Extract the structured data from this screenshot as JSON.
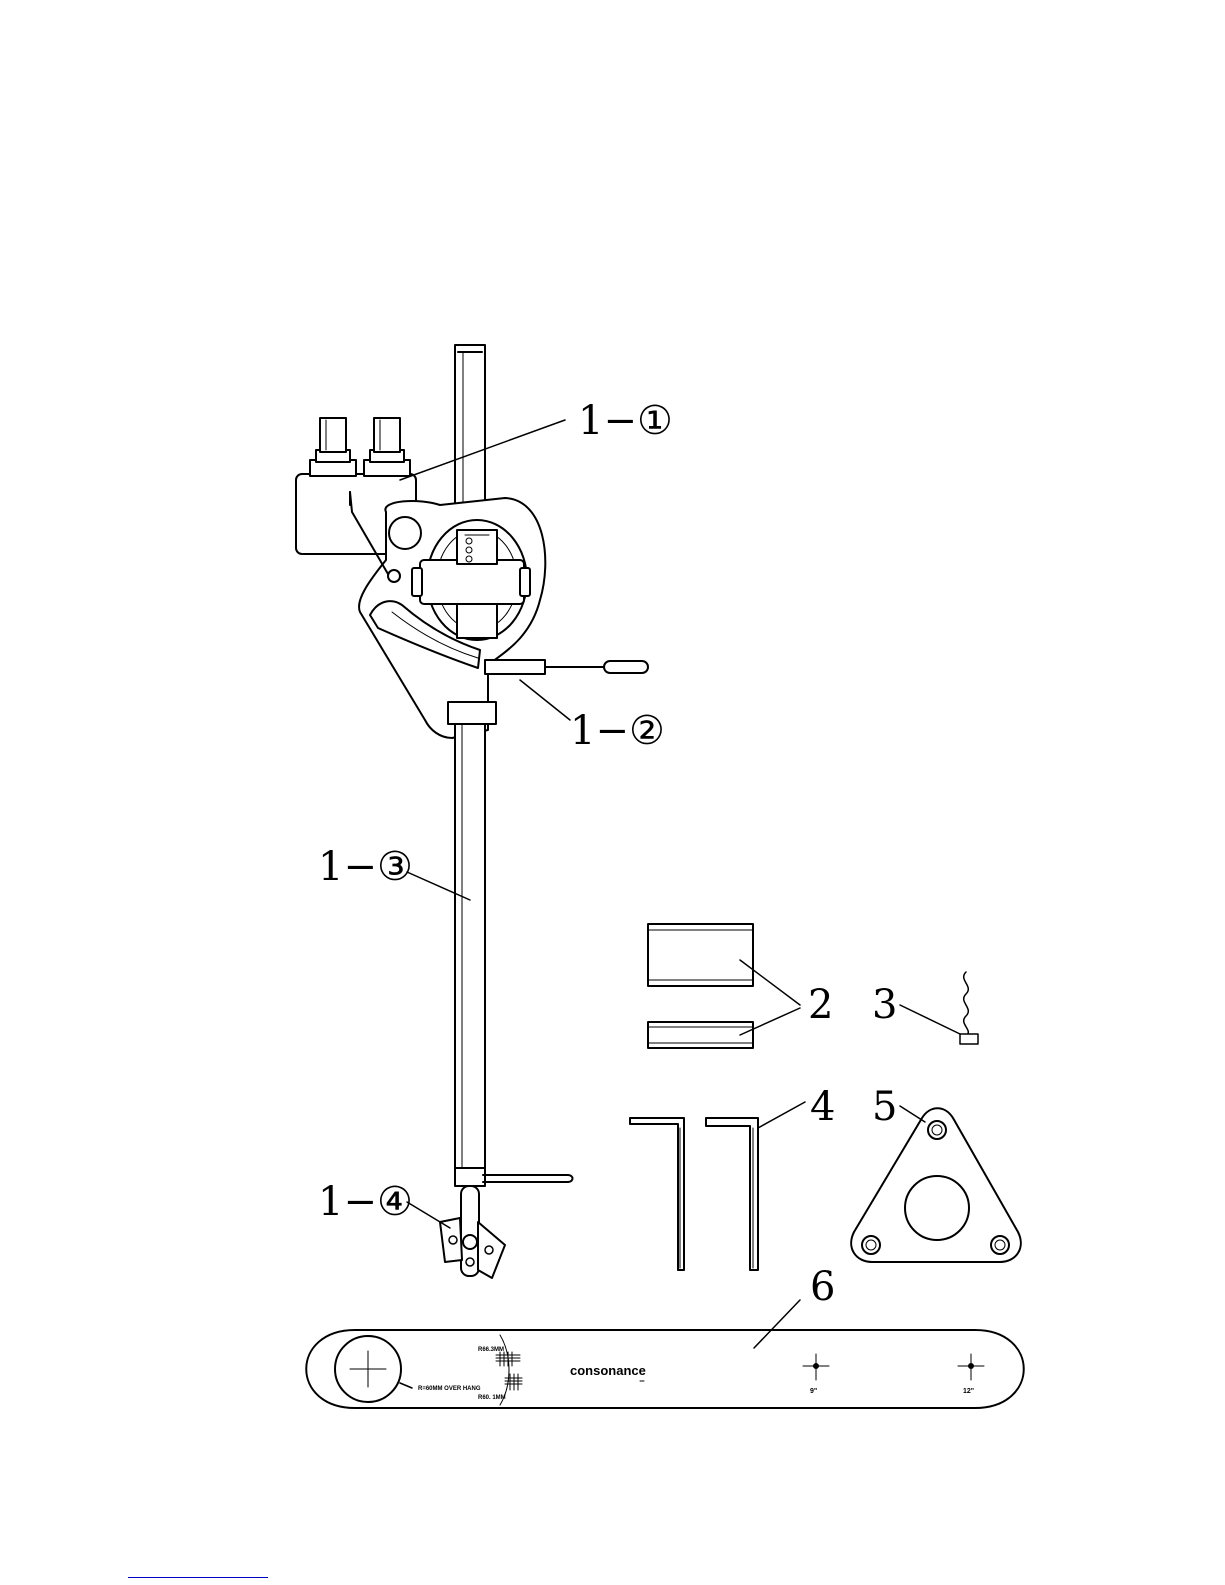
{
  "callouts": {
    "c1_1": "1−①",
    "c1_2": "1−②",
    "c1_3": "1−③",
    "c1_4": "1−④",
    "c2": "2",
    "c3": "3",
    "c4": "4",
    "c5": "5",
    "c6": "6"
  },
  "protractor": {
    "brand": "consonance",
    "overhang_label": "R=60MM OVER HANG",
    "null_top": "R66.3MM",
    "null_bottom": "R60. 1MM",
    "mark_9": "9\"",
    "mark_12": "12\""
  },
  "colors": {
    "line": "#000000",
    "footer_rule": "#0000cc"
  }
}
